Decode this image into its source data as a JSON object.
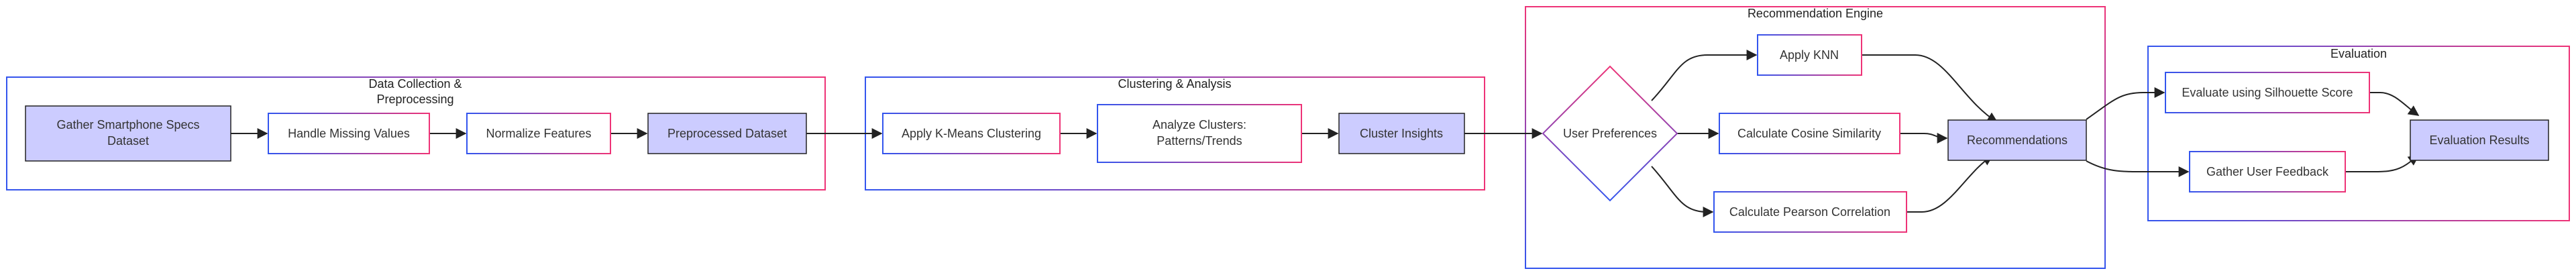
{
  "clusters": {
    "data": {
      "title_line1": "Data Collection &",
      "title_line2": "Preprocessing"
    },
    "clustering": {
      "title": "Clustering & Analysis"
    },
    "recommendation": {
      "title": "Recommendation Engine"
    },
    "evaluation": {
      "title": "Evaluation"
    }
  },
  "nodes": {
    "gather_specs": {
      "line1": "Gather Smartphone Specs",
      "line2": "Dataset"
    },
    "handle_missing": {
      "label": "Handle Missing Values"
    },
    "normalize": {
      "label": "Normalize Features"
    },
    "preprocessed": {
      "label": "Preprocessed Dataset"
    },
    "kmeans": {
      "label": "Apply K-Means Clustering"
    },
    "analyze": {
      "line1": "Analyze Clusters:",
      "line2": "Patterns/Trends"
    },
    "insights": {
      "label": "Cluster Insights"
    },
    "user_prefs": {
      "label": "User Preferences"
    },
    "knn": {
      "label": "Apply KNN"
    },
    "cosine": {
      "label": "Calculate Cosine Similarity"
    },
    "pearson": {
      "label": "Calculate Pearson Correlation"
    },
    "recommendations": {
      "label": "Recommendations"
    },
    "silhouette": {
      "label": "Evaluate using Silhouette Score"
    },
    "feedback": {
      "label": "Gather User Feedback"
    },
    "eval_results": {
      "label": "Evaluation Results"
    }
  },
  "colors": {
    "highlight_fill": "#ccccff",
    "cluster_border_a": "#3355ee",
    "cluster_border_b": "#ee3377",
    "edge": "#222222"
  }
}
